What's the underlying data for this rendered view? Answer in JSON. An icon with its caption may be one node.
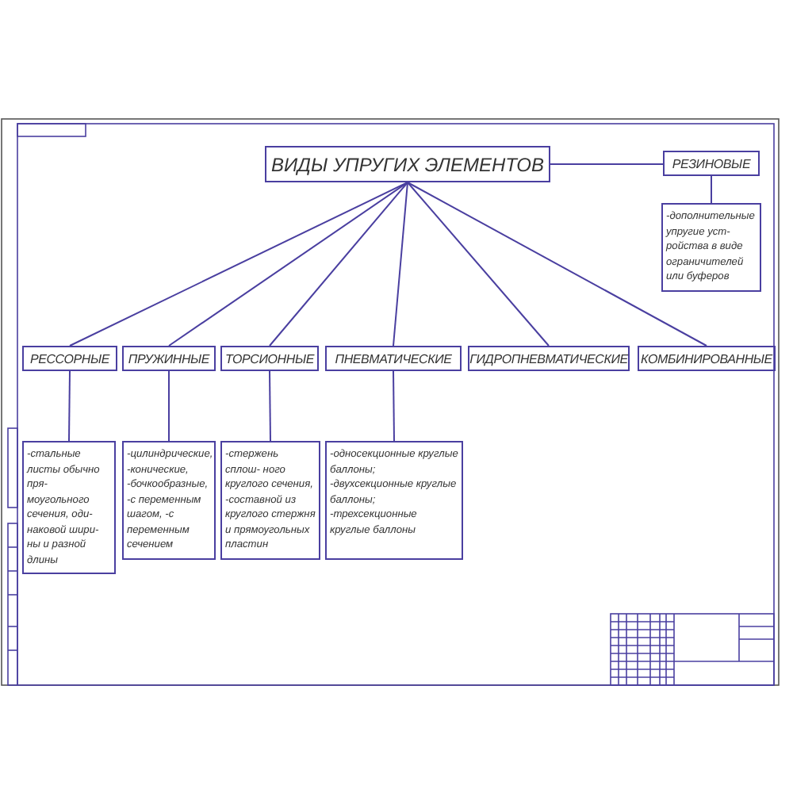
{
  "diagram": {
    "nodes": [
      {
        "text": [
          "ВИДЫ УПРУГИХ ЭЛЕМЕНТОВ"
        ]
      },
      {
        "text": [
          "РЕЗИНОВЫЕ"
        ]
      },
      {
        "text": [
          "-дополнительные упругие уст- ройства в виде ограничителей или буферов"
        ]
      },
      {
        "text": [
          "РЕССОРНЫЕ"
        ]
      },
      {
        "text": [
          "ПРУЖИННЫЕ"
        ]
      },
      {
        "text": [
          "ТОРСИОННЫЕ"
        ]
      },
      {
        "text": [
          "ПНЕВМАТИЧЕСКИЕ"
        ]
      },
      {
        "text": [
          "ГИДРОПНЕВМАТИЧЕСКИЕ"
        ]
      },
      {
        "text": [
          "КОМБИНИРОВАННЫЕ"
        ]
      },
      {
        "text": [
          "-стальные листы обычно пря- моугольного сечения, оди- наковой шири- ны и разной длины"
        ]
      },
      {
        "text": [
          "-цилиндрические, -конические, -бочкообразные, -с переменным шагом, -с переменным сечением"
        ]
      },
      {
        "text": [
          "-стержень сплош- ного круглого сечения, -составной из круглого стержня и прямоугольных пластин"
        ]
      },
      {
        "text": [
          "-односекционные круглые баллоны; -двухсекционные круглые баллоны; -трехсекционные круглые баллоны"
        ]
      }
    ],
    "edges": [
      {
        "from": 0,
        "to": 1,
        "arrow": "none"
      },
      {
        "from": 1,
        "to": 2,
        "arrow": "none"
      },
      {
        "from": 0,
        "to": 3,
        "arrow": "none"
      },
      {
        "from": 0,
        "to": 4,
        "arrow": "none"
      },
      {
        "from": 0,
        "to": 5,
        "arrow": "none"
      },
      {
        "from": 0,
        "to": 6,
        "arrow": "none"
      },
      {
        "from": 0,
        "to": 7,
        "arrow": "none"
      },
      {
        "from": 0,
        "to": 8,
        "arrow": "none"
      },
      {
        "from": 3,
        "to": 9,
        "arrow": "none"
      },
      {
        "from": 4,
        "to": 10,
        "arrow": "none"
      },
      {
        "from": 5,
        "to": 11,
        "arrow": "none"
      },
      {
        "from": 6,
        "to": 12,
        "arrow": "none"
      }
    ]
  }
}
